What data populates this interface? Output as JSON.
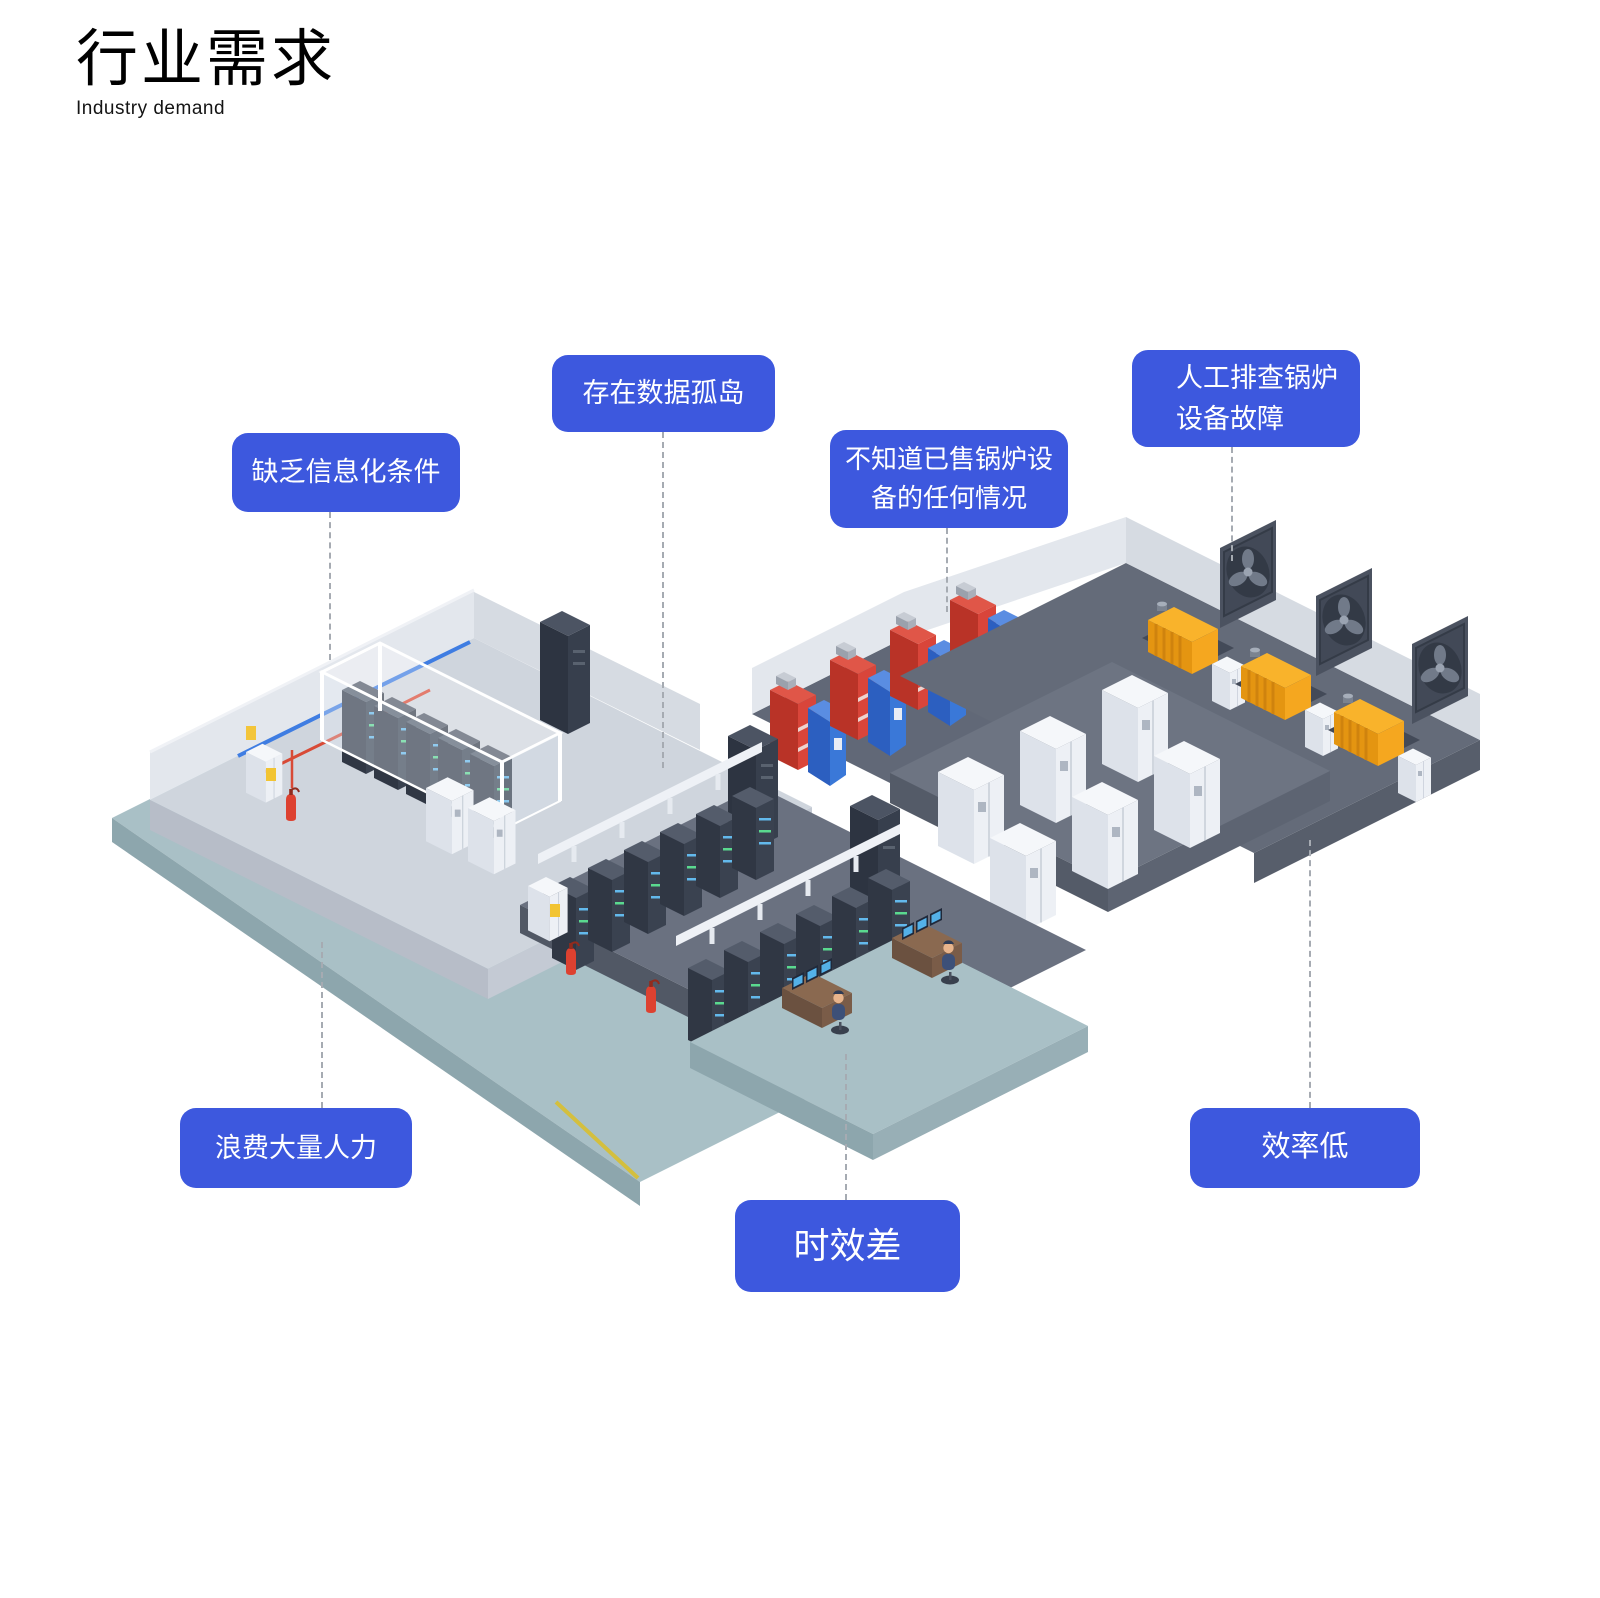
{
  "header": {
    "title": "行业需求",
    "subtitle": "Industry demand"
  },
  "callouts": [
    {
      "id": "lack-informatization",
      "text": "缺乏信息化条件"
    },
    {
      "id": "data-silos",
      "text": "存在数据孤岛"
    },
    {
      "id": "unknown-sold-boilers",
      "text": "不知道已售锅炉设备的任何情况"
    },
    {
      "id": "manual-troubleshooting",
      "text": "人工排查锅炉设备故障"
    },
    {
      "id": "waste-manpower",
      "text": "浪费大量人力"
    },
    {
      "id": "poor-timeliness",
      "text": "时效差"
    },
    {
      "id": "low-efficiency",
      "text": "效率低"
    }
  ],
  "colors": {
    "callout_bg": "#3d58de",
    "callout_text": "#ffffff",
    "connector": "#a6abb2",
    "floor_teal": "#a9c0c6",
    "floor_dark": "#6a7180",
    "floor_light": "#cfd5dd",
    "accent_yellow": "#f9b32b",
    "accent_red": "#d9453a",
    "accent_blue": "#3a78d8"
  },
  "scene": {
    "alt": "isometric factory floor with glass server room, server racks, electrical cabinets, control desks, boiler generators and exhaust fans"
  }
}
